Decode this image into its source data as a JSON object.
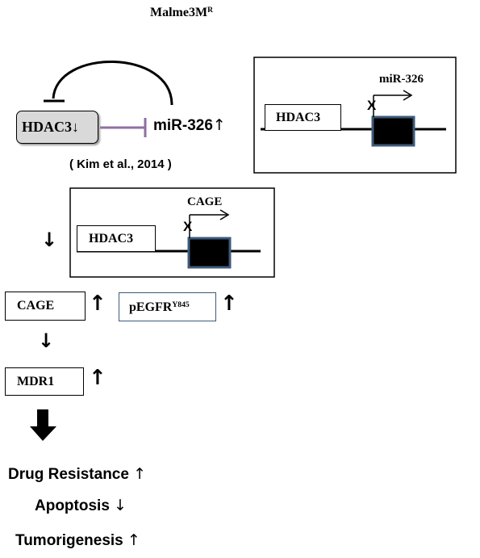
{
  "title": {
    "base": "Malme3M",
    "sup": "R"
  },
  "hdac3_regulation": {
    "box_label": "HDAC3",
    "down_arrow": "↓",
    "mir_label": "miR-326",
    "up_arrow": "↑"
  },
  "citation": "( Kim et al., 2014 )",
  "gene_panel_mir": {
    "gene_label": "HDAC3",
    "promoter_label": "miR-326",
    "cross_mark": "X"
  },
  "gene_panel_cage": {
    "gene_label": "HDAC3",
    "promoter_label": "CAGE",
    "cross_mark": "X"
  },
  "cage_box": "CAGE",
  "pegfr_box": {
    "base": "pEGFR",
    "sup": "Y845"
  },
  "mdr1_box": "MDR1",
  "arrows": {
    "up": "↑",
    "down": "↓"
  },
  "outcomes": [
    {
      "label": "Drug Resistance",
      "arrow": "↑"
    },
    {
      "label": "Apoptosis",
      "arrow": "↓"
    },
    {
      "label": "Tumorigenesis",
      "arrow": "↑"
    }
  ],
  "colors": {
    "inhibition_line": "#8f6fa3",
    "hdac3_fill": "#d9d9d9",
    "pegfr_border": "#3d5a7a",
    "exon_border": "#3d5a7a",
    "exon_fill": "#000000"
  }
}
